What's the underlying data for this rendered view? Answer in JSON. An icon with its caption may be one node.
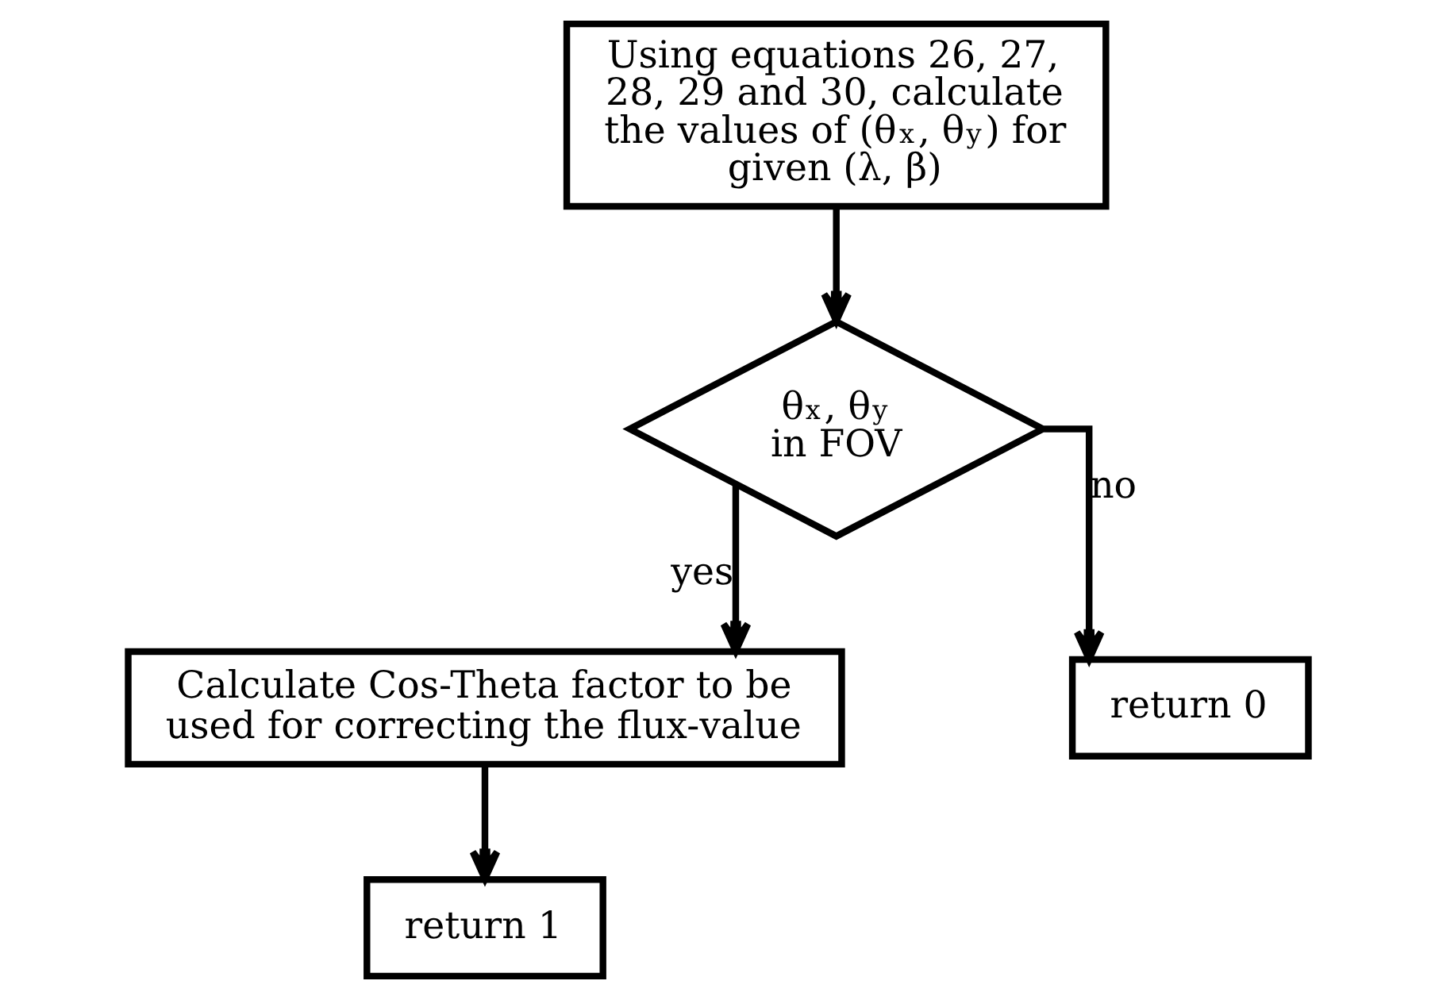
{
  "diagram": {
    "nodes": [
      {
        "text": [
          "Using equations 26, 27, 28, 29 and 30, calculate the values of (θ$_{x}$, θ$_{y}$) for given (λ, β)"
        ]
      },
      {
        "text": [
          "θ$_{x}$, θ$_{y}$ in FOV"
        ]
      },
      {
        "text": [
          "Calculate Cos-Theta factor to be used for correcting the flux-value"
        ]
      },
      {
        "text": [
          "return 0"
        ]
      },
      {
        "text": [
          "return 1"
        ]
      }
    ],
    "edges": [
      {
        "from": 0,
        "to": 1,
        "arrow": "to"
      },
      {
        "from": 1,
        "to": 2,
        "arrow": "to",
        "label": "yes"
      },
      {
        "from": 1,
        "to": 3,
        "arrow": "to",
        "label": "no"
      },
      {
        "from": 2,
        "to": 4,
        "arrow": "to"
      }
    ]
  }
}
